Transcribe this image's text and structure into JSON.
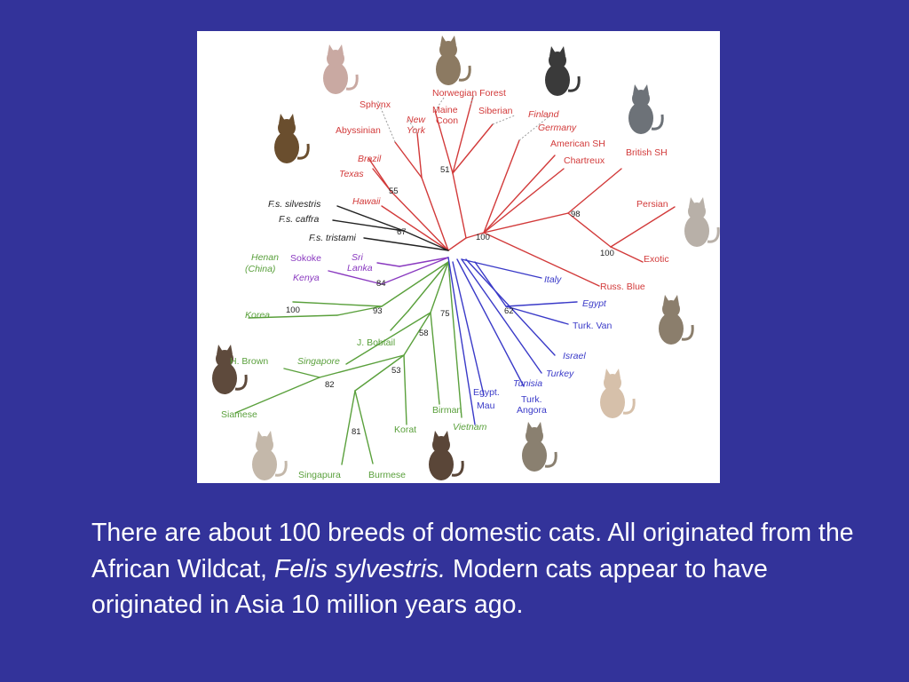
{
  "colors": {
    "background": "#33339a",
    "red_clade": "#d23a3a",
    "blue_clade": "#3a3ac8",
    "green_clade": "#5aa03c",
    "purple_clade": "#8a3ac0",
    "black_clade": "#222222"
  },
  "figure": {
    "labels": [
      {
        "text": "Norwegian Forest",
        "color": "red",
        "italic": false
      },
      {
        "text": "Sphynx",
        "color": "red",
        "italic": false
      },
      {
        "text": "Maine",
        "color": "red",
        "italic": false
      },
      {
        "text": "Coon",
        "color": "red",
        "italic": false
      },
      {
        "text": "Siberian",
        "color": "red",
        "italic": false
      },
      {
        "text": "Finland",
        "color": "red",
        "italic": true
      },
      {
        "text": "Germany",
        "color": "red",
        "italic": true
      },
      {
        "text": "New",
        "color": "red",
        "italic": true
      },
      {
        "text": "York",
        "color": "red",
        "italic": true
      },
      {
        "text": "Abyssinian",
        "color": "red",
        "italic": false
      },
      {
        "text": "American SH",
        "color": "red",
        "italic": false
      },
      {
        "text": "Chartreux",
        "color": "red",
        "italic": false
      },
      {
        "text": "British SH",
        "color": "red",
        "italic": false
      },
      {
        "text": "Brazil",
        "color": "red",
        "italic": true
      },
      {
        "text": "Texas",
        "color": "red",
        "italic": true
      },
      {
        "text": "Hawaii",
        "color": "red",
        "italic": true
      },
      {
        "text": "Persian",
        "color": "red",
        "italic": false
      },
      {
        "text": "Exotic",
        "color": "red",
        "italic": false
      },
      {
        "text": "Russ. Blue",
        "color": "red",
        "italic": false
      },
      {
        "text": "F.s. silvestris",
        "color": "black",
        "italic": true
      },
      {
        "text": "F.s. caffra",
        "color": "black",
        "italic": true
      },
      {
        "text": "F.s. tristami",
        "color": "black",
        "italic": true
      },
      {
        "text": "Henan",
        "color": "green",
        "italic": true
      },
      {
        "text": "(China)",
        "color": "green",
        "italic": true
      },
      {
        "text": "Sokoke",
        "color": "purple",
        "italic": false
      },
      {
        "text": "Sri",
        "color": "purple",
        "italic": true
      },
      {
        "text": "Lanka",
        "color": "purple",
        "italic": true
      },
      {
        "text": "Kenya",
        "color": "purple",
        "italic": true
      },
      {
        "text": "Korea",
        "color": "green",
        "italic": true
      },
      {
        "text": "J. Bobtail",
        "color": "green",
        "italic": false
      },
      {
        "text": "H. Brown",
        "color": "green",
        "italic": false
      },
      {
        "text": "Singapore",
        "color": "green",
        "italic": true
      },
      {
        "text": "Siamese",
        "color": "green",
        "italic": false
      },
      {
        "text": "Singapura",
        "color": "green",
        "italic": false
      },
      {
        "text": "Burmese",
        "color": "green",
        "italic": false
      },
      {
        "text": "Korat",
        "color": "green",
        "italic": false
      },
      {
        "text": "Birman",
        "color": "green",
        "italic": false
      },
      {
        "text": "Vietnam",
        "color": "green",
        "italic": true
      },
      {
        "text": "Egypt.",
        "color": "blue",
        "italic": false
      },
      {
        "text": "Mau",
        "color": "blue",
        "italic": false
      },
      {
        "text": "Turk.",
        "color": "blue",
        "italic": false
      },
      {
        "text": "Angora",
        "color": "blue",
        "italic": false
      },
      {
        "text": "Tunisia",
        "color": "blue",
        "italic": true
      },
      {
        "text": "Turkey",
        "color": "blue",
        "italic": true
      },
      {
        "text": "Israel",
        "color": "blue",
        "italic": true
      },
      {
        "text": "Turk. Van",
        "color": "blue",
        "italic": false
      },
      {
        "text": "Egypt",
        "color": "blue",
        "italic": true
      },
      {
        "text": "Italy",
        "color": "blue",
        "italic": true
      }
    ],
    "bootstrap": [
      "51",
      "55",
      "67",
      "98",
      "100",
      "100",
      "84",
      "93",
      "100",
      "75",
      "62",
      "58",
      "53",
      "82",
      "81"
    ]
  },
  "caption": {
    "part1": "There are about 100 breeds of domestic cats.  All originated from the African Wildcat, ",
    "species": "Felis sylvestris.",
    "part2": " Modern cats appear to have originated in Asia 10 million years ago."
  }
}
